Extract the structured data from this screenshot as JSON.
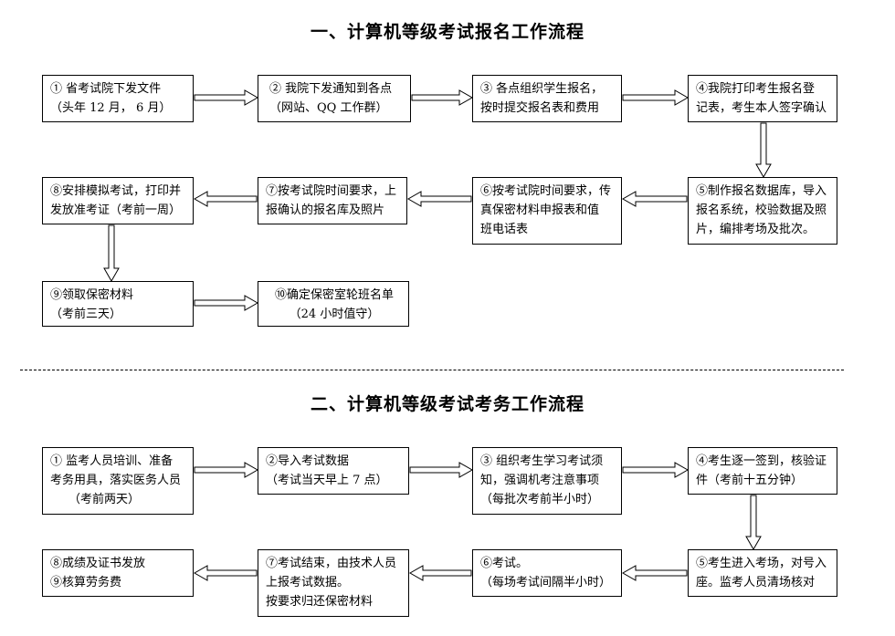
{
  "section1": {
    "title": "一、计算机等级考试报名工作流程",
    "steps": [
      {
        "lines": [
          "①  省考试院下发文件",
          "（头年 12 月，    6 月）"
        ]
      },
      {
        "lines": [
          "②  我院下发通知到各点",
          "（网站、QQ 工作群）"
        ]
      },
      {
        "lines": [
          "③  各点组织学生报名，",
          "按时提交报名表和费用"
        ]
      },
      {
        "lines": [
          "④我院打印考生报名登",
          "记表，考生本人签字确认"
        ]
      },
      {
        "lines": [
          "⑤制作报名数据库，导入",
          "报名系统，校验数据及照",
          "片，编排考场及批次。"
        ]
      },
      {
        "lines": [
          "⑥按考试院时间要求，传",
          "真保密材料申报表和值",
          "班电话表"
        ]
      },
      {
        "lines": [
          "⑦按考试院时间要求，上",
          "报确认的报名库及照片"
        ]
      },
      {
        "lines": [
          "⑧安排模拟考试，打印并",
          "发放准考证（考前一周）"
        ]
      },
      {
        "lines": [
          "⑨领取保密材料",
          "（考前三天）"
        ]
      },
      {
        "lines": [
          "⑩确定保密室轮班名单",
          "（24 小时值守）"
        ]
      }
    ]
  },
  "section2": {
    "title": "二、计算机等级考试考务工作流程",
    "steps": [
      {
        "lines": [
          "①  监考人员培训、准备",
          "考务用具，落实医务人员",
          "（考前两天）"
        ]
      },
      {
        "lines": [
          "②导入考试数据",
          "（考试当天早上 7 点）"
        ]
      },
      {
        "lines": [
          "③  组织考生学习考试须",
          "知，强调机考注意事项",
          "（每批次考前半小时）"
        ]
      },
      {
        "lines": [
          "④考生逐一签到，核验证",
          "件（考前十五分钟）"
        ]
      },
      {
        "lines": [
          "⑤考生进入考场，对号入",
          "座。监考人员清场核对"
        ]
      },
      {
        "lines": [
          "⑥考试。",
          "（每场考试间隔半小时）"
        ]
      },
      {
        "lines": [
          "⑦考试结束，由技术人员",
          "上报考试数据。",
          "按要求归还保密材料"
        ]
      },
      {
        "lines": [
          "⑧成绩及证书发放",
          "⑨核算劳务费"
        ]
      }
    ]
  }
}
